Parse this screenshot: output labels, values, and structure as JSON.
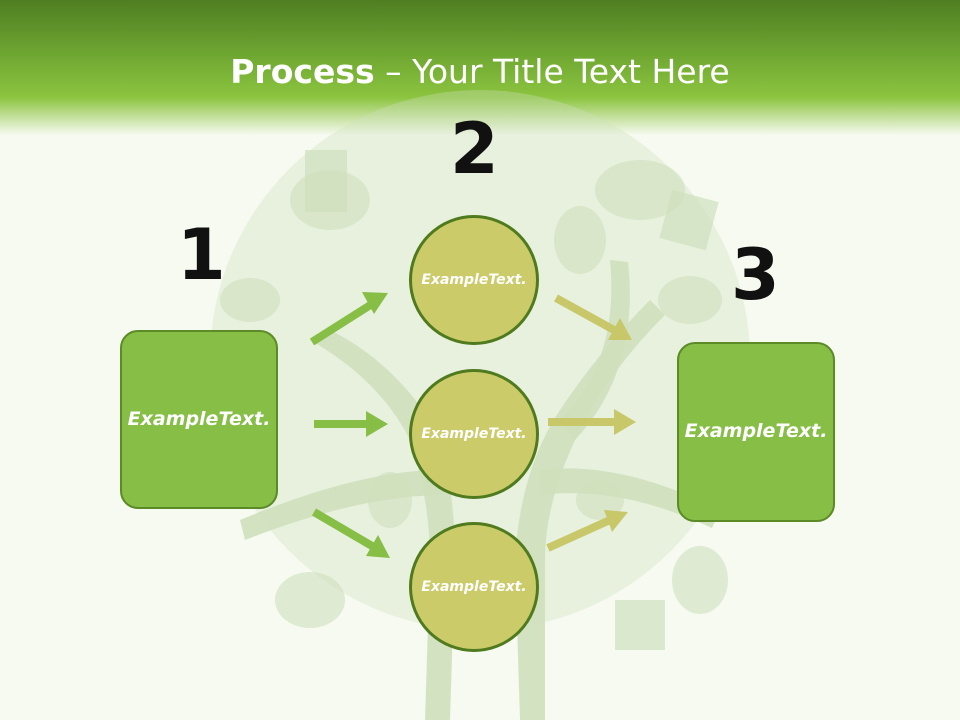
{
  "slide": {
    "title_bold": "Process",
    "title_rest": " – Your Title Text Here",
    "step_numbers": [
      "1",
      "2",
      "3"
    ],
    "left_box": "Example Text.",
    "circles": [
      "Example Text.",
      "Example Text.",
      "Example Text."
    ],
    "right_box": "Example Text."
  },
  "colors": {
    "header_green": "#6ea632",
    "box_green": "#86be46",
    "circle_olive": "#cbcb6a",
    "arrow_green": "#86be46",
    "arrow_olive": "#c8c86a",
    "tree_tint": "#cfe0bd"
  }
}
